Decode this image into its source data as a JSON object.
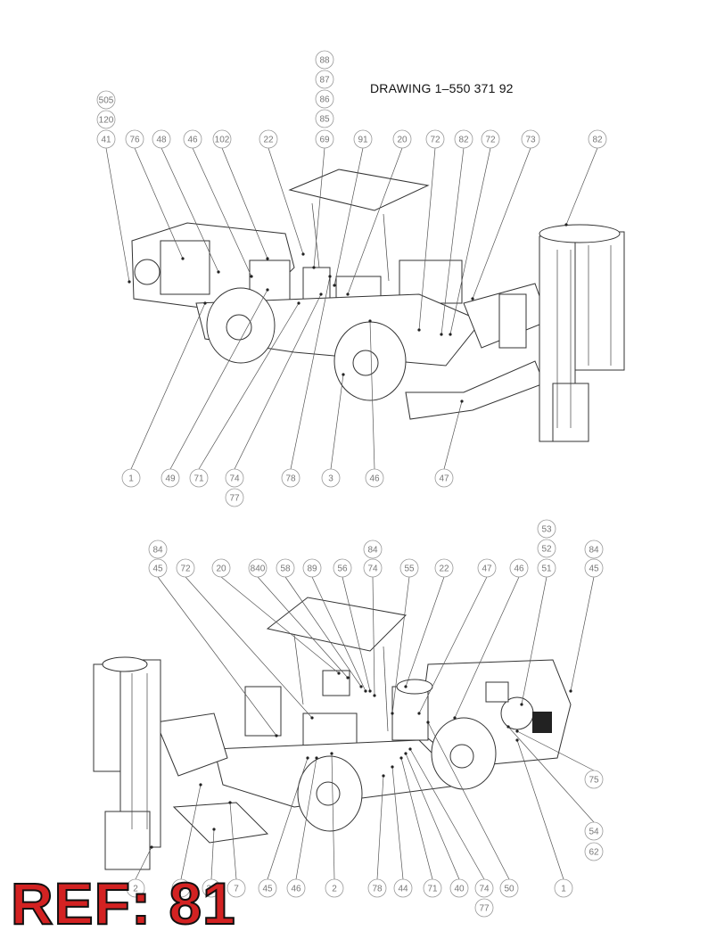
{
  "drawing_title": "DRAWING 1–550 371 92",
  "reference_label": "REF: 81",
  "top_view_callouts": [
    "505",
    "120",
    "41",
    "76",
    "48",
    "46",
    "102",
    "22",
    "88",
    "87",
    "86",
    "85",
    "69",
    "91",
    "20",
    "72",
    "82",
    "72",
    "73",
    "82",
    "1",
    "49",
    "71",
    "74",
    "77",
    "78",
    "3",
    "46",
    "47"
  ],
  "bottom_view_callouts": [
    "84",
    "45",
    "72",
    "20",
    "840",
    "58",
    "89",
    "56",
    "84",
    "74",
    "55",
    "22",
    "47",
    "46",
    "53",
    "52",
    "51",
    "84",
    "45",
    "75",
    "54",
    "62",
    "2",
    "8",
    "37",
    "7",
    "45",
    "46",
    "2",
    "78",
    "44",
    "71",
    "40",
    "74",
    "77",
    "50",
    "1"
  ]
}
